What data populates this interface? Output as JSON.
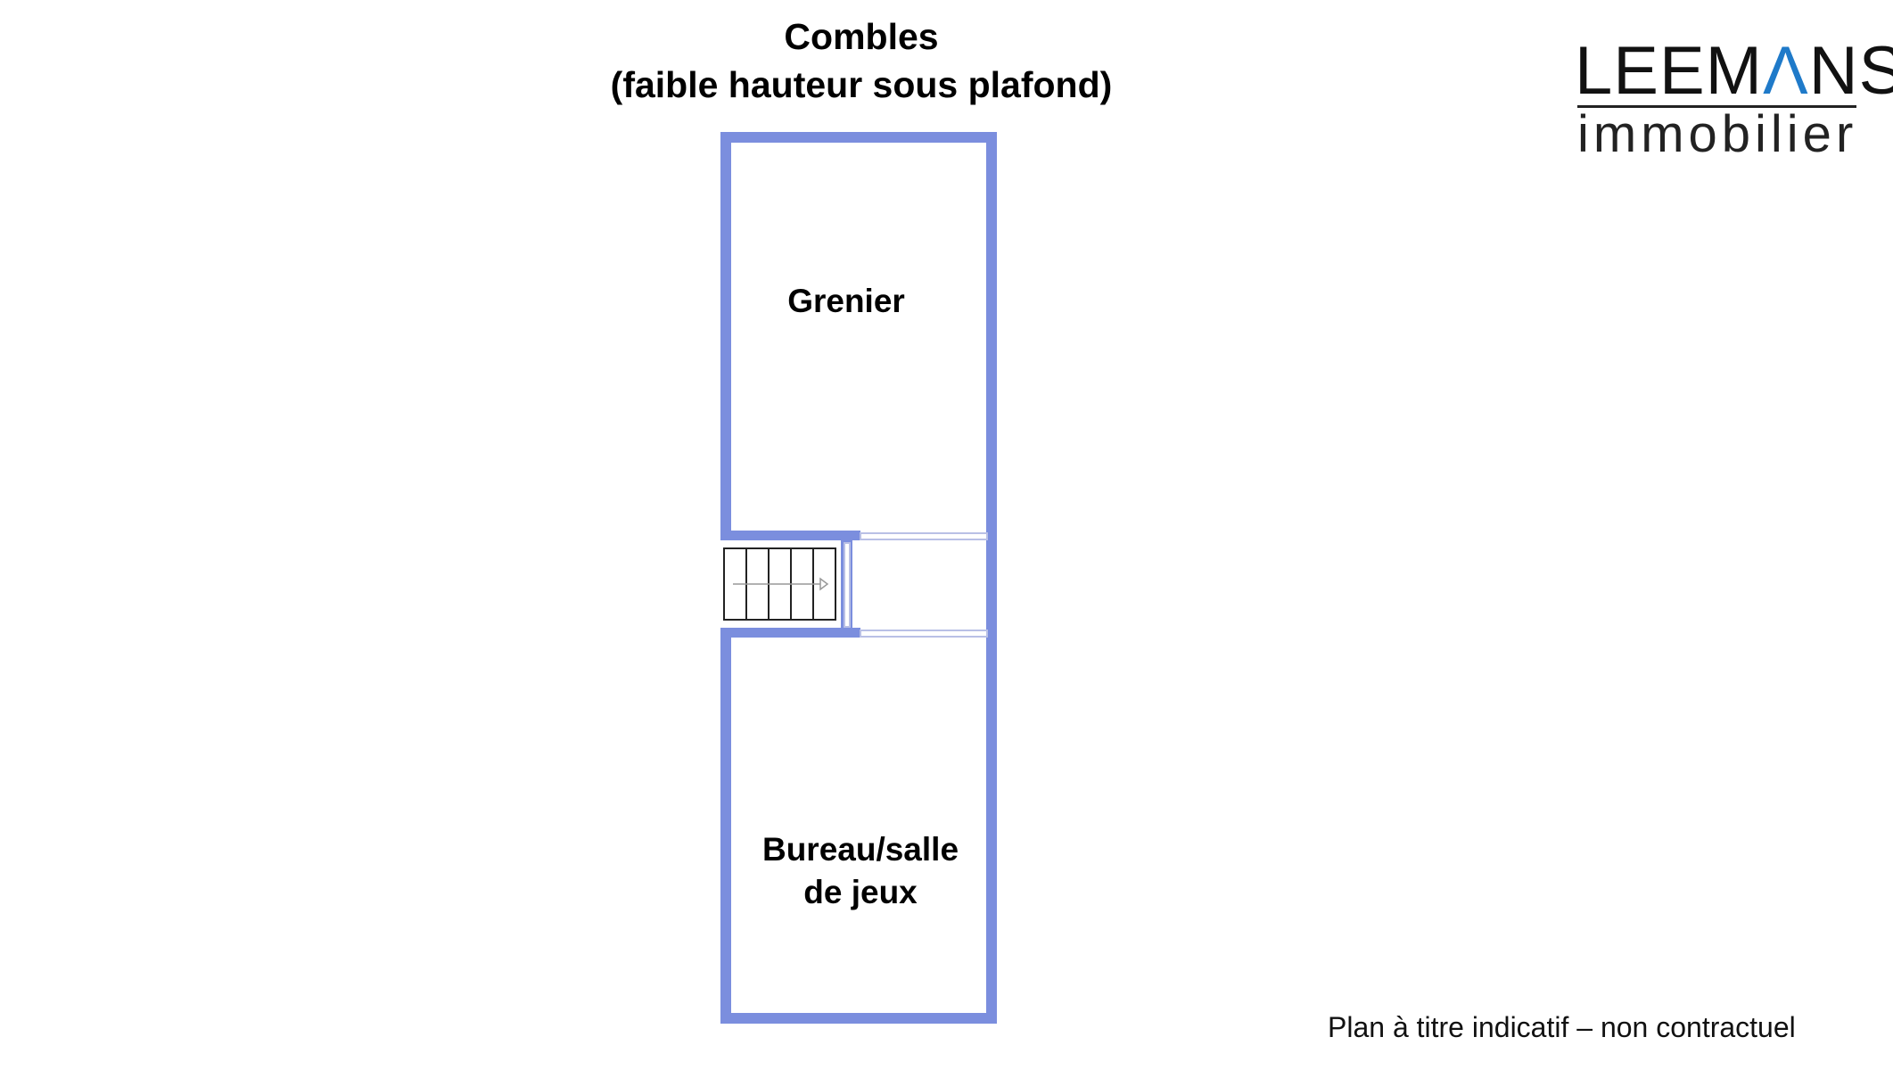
{
  "title": {
    "line1": "Combles",
    "line2": "(faible hauteur sous plafond)"
  },
  "rooms": {
    "upper": "Grenier",
    "lower_line1": "Bureau/salle",
    "lower_line2": "de jeux"
  },
  "footer": "Plan à titre indicatif – non contractuel",
  "logo": {
    "main_a": "LEEM",
    "main_accent": "Λ",
    "main_b": "NS",
    "sub": "immobilier",
    "accent_color": "#1f7ac9"
  },
  "colors": {
    "wall": "#7b8ede"
  }
}
